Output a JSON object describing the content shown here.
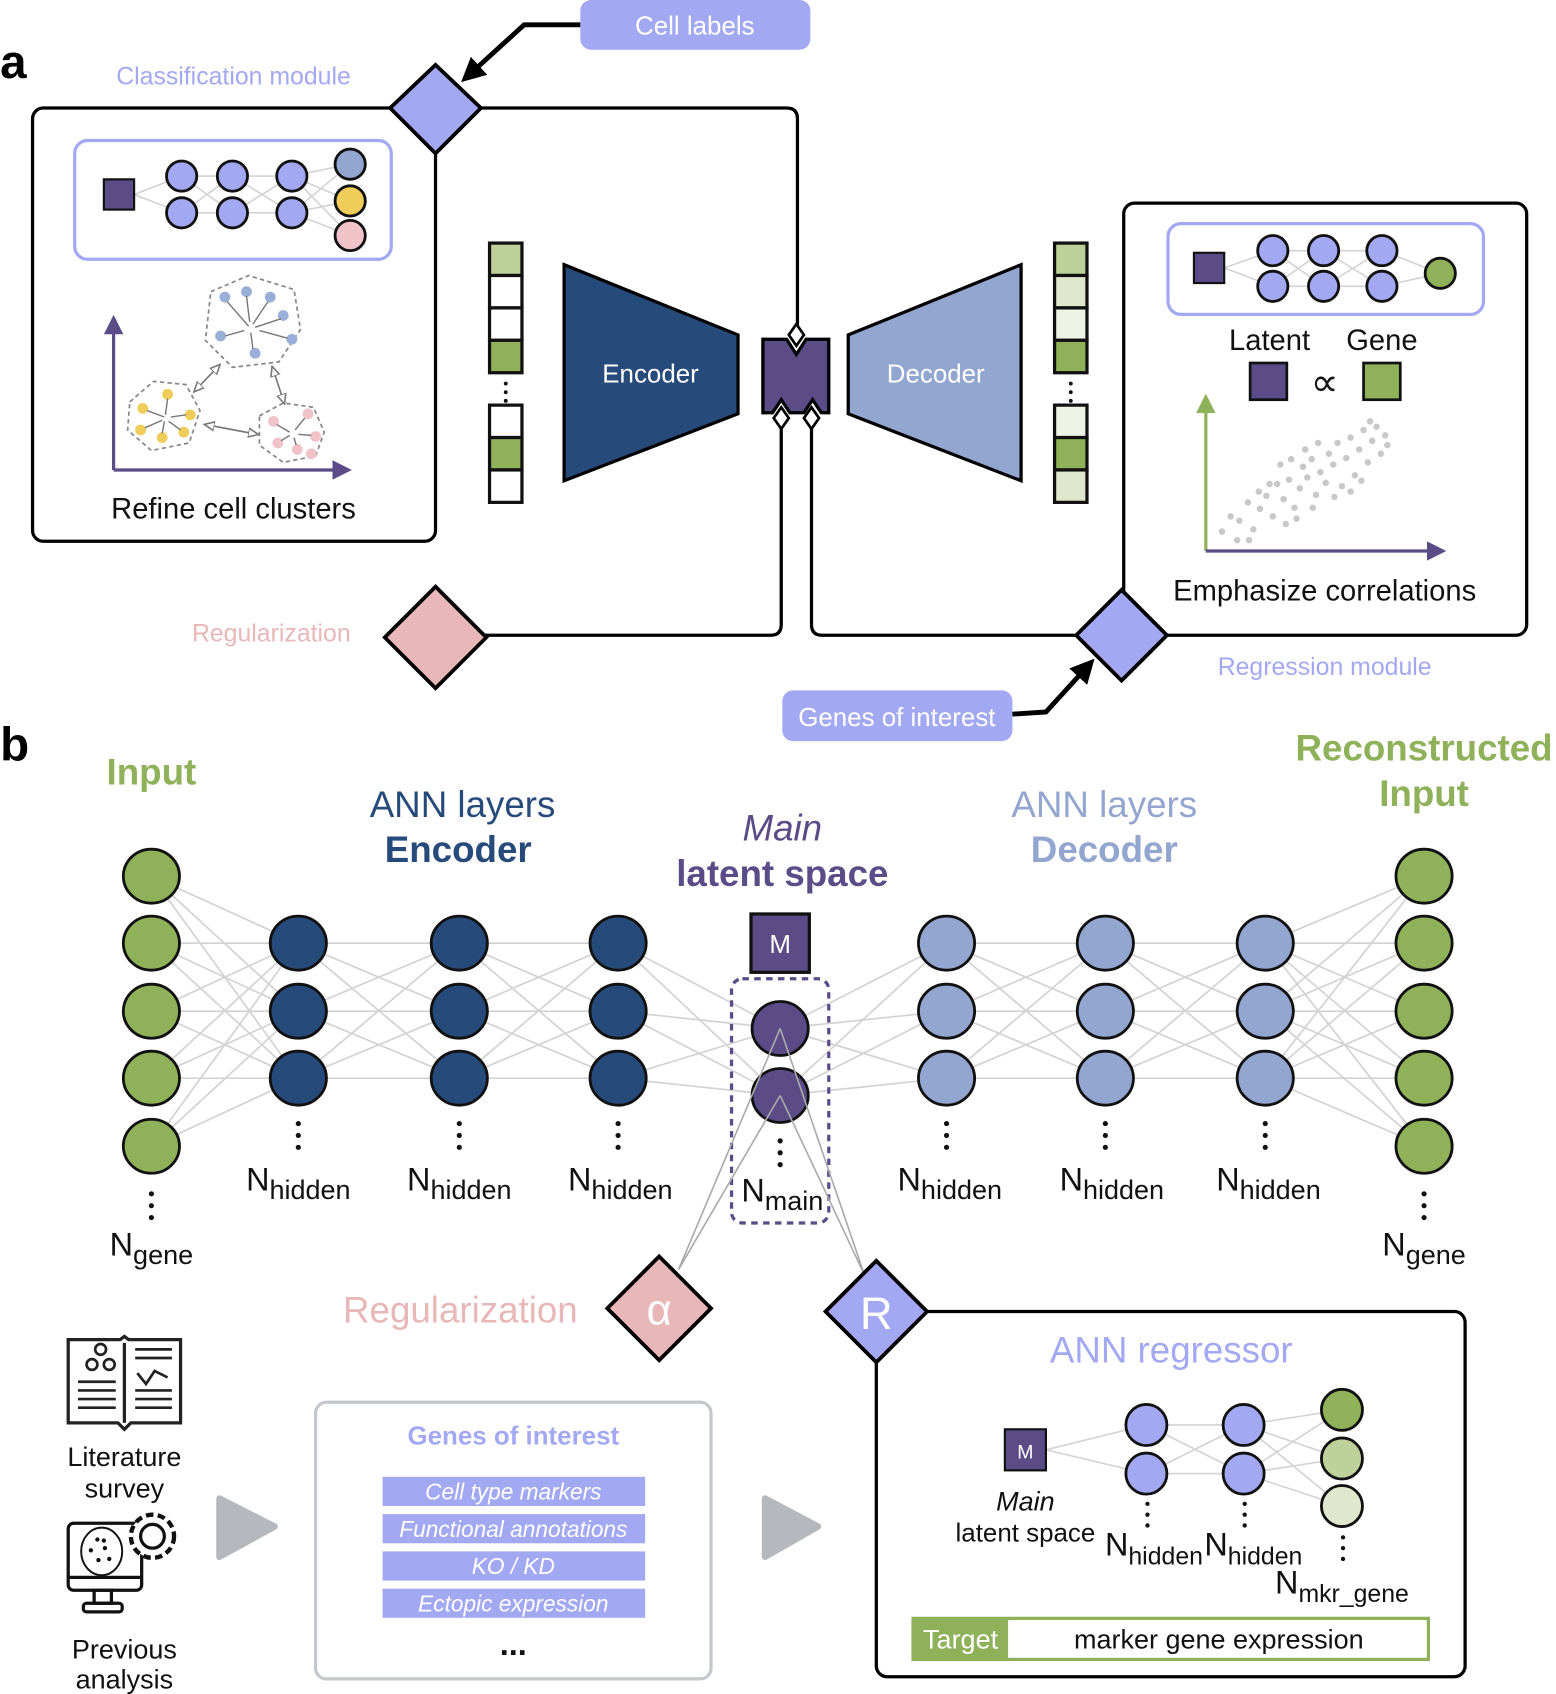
{
  "colors": {
    "encoder_dark_blue": "#264a7a",
    "decoder_light_blue": "#93a6cf",
    "latent_purple": "#5b4b86",
    "module_lavender": "#a3a8f2",
    "regularization_pink": "#e8b7b8",
    "input_green": "#8fb15a",
    "green_light": "#bfd19b",
    "green_pale": "#dfe8cd",
    "cluster_blue": "#9aafd8",
    "cluster_yellow": "#f0cd5a",
    "cluster_pink": "#f0c3c8",
    "gray_arrow": "#b5b9be"
  },
  "panel_a": {
    "letter": "a",
    "cell_labels_tag": "Cell labels",
    "classification_module_label": "Classification module",
    "classification_box_caption": "Refine cell clusters",
    "encoder_label": "Encoder",
    "decoder_label": "Decoder",
    "regularization_label": "Regularization",
    "regression_module_label": "Regression module",
    "genes_of_interest_tag": "Genes of interest",
    "regression_box": {
      "latent_label": "Latent",
      "gene_label": "Gene",
      "proportional_symbol": "∝",
      "caption": "Emphasize correlations"
    },
    "input_vector_cells": [
      "green_light",
      "white",
      "white",
      "input_green",
      "dots",
      "white",
      "input_green",
      "white"
    ],
    "output_vector_cells": [
      "green_light",
      "green_pale",
      "white_pale",
      "input_green",
      "dots",
      "white_pale",
      "input_green",
      "green_pale"
    ]
  },
  "panel_b": {
    "letter": "b",
    "input_title": "Input",
    "encoder_title_line1": "ANN layers",
    "encoder_title_line2": "Encoder",
    "latent_title_line1": "Main",
    "latent_title_line2": "latent space",
    "latent_box_label": "M",
    "decoder_title_line1": "ANN layers",
    "decoder_title_line2": "Decoder",
    "output_title_line1": "Reconstructed",
    "output_title_line2": "Input",
    "n_label": "N",
    "sub_gene": "gene",
    "sub_hidden": "hidden",
    "sub_main": "main",
    "sub_mkr_gene": "mkr_gene",
    "regularization_label": "Regularization",
    "regularization_symbol": "α",
    "regressor_symbol": "R",
    "sources": [
      {
        "label_line1": "Literature",
        "label_line2": "survey",
        "icon": "book-icon"
      },
      {
        "label_line1": "Previous",
        "label_line2": "analysis",
        "icon": "computer-gear-icon"
      }
    ],
    "genes_box": {
      "title": "Genes of interest",
      "items": [
        "Cell type markers",
        "Functional annotations",
        "KO / KD",
        "Ectopic expression"
      ],
      "ellipsis": "..."
    },
    "regressor_box": {
      "title": "ANN regressor",
      "latent_box_label": "M",
      "latent_caption_line1": "Main",
      "latent_caption_line2": "latent space",
      "target_tag": "Target",
      "target_value": "marker gene expression"
    }
  }
}
